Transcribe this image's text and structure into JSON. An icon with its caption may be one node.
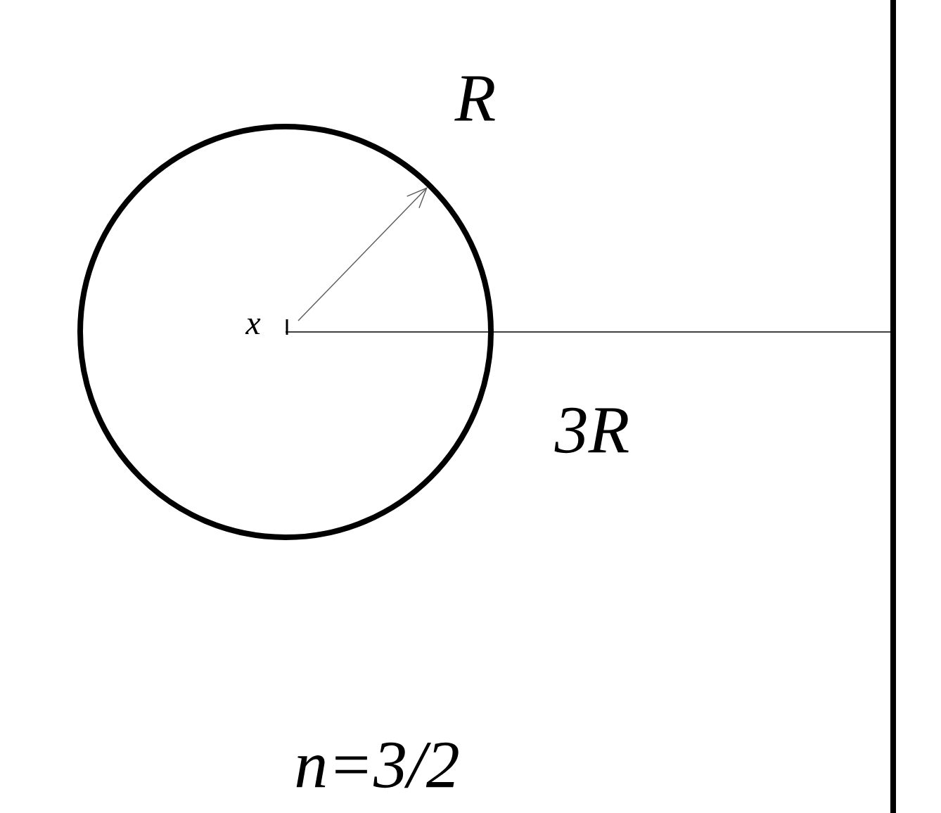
{
  "diagram": {
    "labels": [
      "R",
      "x",
      "3R",
      "n=3/2"
    ]
  }
}
